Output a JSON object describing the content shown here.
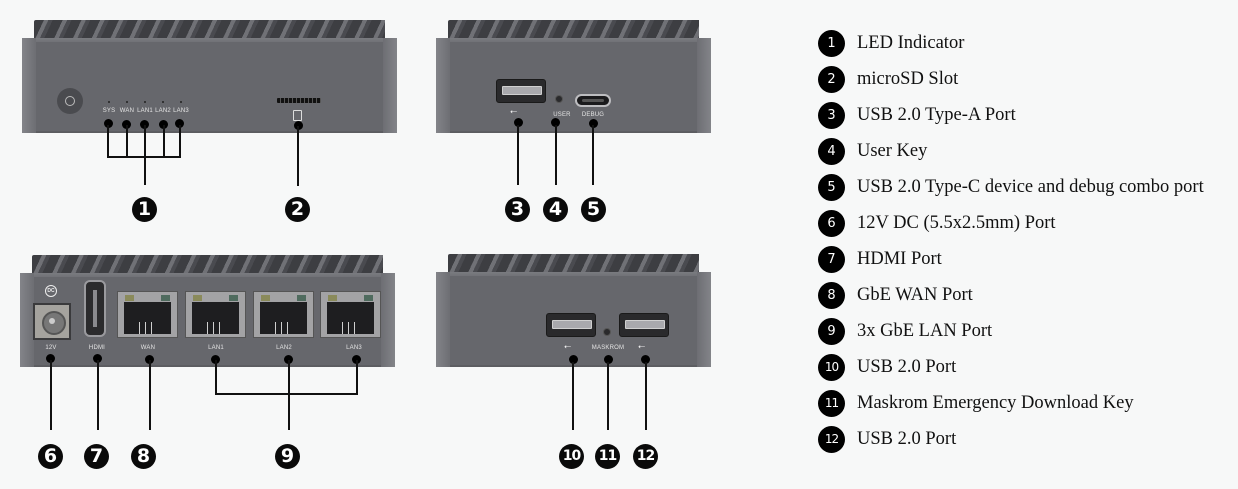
{
  "colors": {
    "background": "#f7f8f8",
    "device_body": "#66676c",
    "callout": "#000000",
    "text": "#111111"
  },
  "front_view": {
    "led_labels": [
      "SYS",
      "WAN",
      "LAN1",
      "LAN2",
      "LAN3"
    ],
    "callouts": [
      "1",
      "2"
    ]
  },
  "side_view_a": {
    "labels": [
      "USER",
      "DEBUG"
    ],
    "usb_symbol": "⭠",
    "callouts": [
      "3",
      "4",
      "5"
    ]
  },
  "rear_view": {
    "dc_symbol": "DC",
    "labels": [
      "12V",
      "HDMI",
      "WAN",
      "LAN1",
      "LAN2",
      "LAN3"
    ],
    "callouts": [
      "6",
      "7",
      "8",
      "9"
    ]
  },
  "side_view_b": {
    "labels": [
      "MASKROM"
    ],
    "usb_symbol": "⭠",
    "callouts": [
      "10",
      "11",
      "12"
    ]
  },
  "legend": [
    {
      "num": "1",
      "text": "LED Indicator"
    },
    {
      "num": "2",
      "text": "microSD Slot"
    },
    {
      "num": "3",
      "text": "USB 2.0 Type-A Port"
    },
    {
      "num": "4",
      "text": "User Key"
    },
    {
      "num": "5",
      "text": "USB 2.0 Type-C device and debug combo port"
    },
    {
      "num": "6",
      "text": "12V DC (5.5x2.5mm) Port"
    },
    {
      "num": "7",
      "text": "HDMI Port"
    },
    {
      "num": "8",
      "text": "GbE WAN Port"
    },
    {
      "num": "9",
      "text": "3x GbE LAN Port"
    },
    {
      "num": "10",
      "text": "USB 2.0 Port"
    },
    {
      "num": "11",
      "text": "Maskrom Emergency Download Key"
    },
    {
      "num": "12",
      "text": "USB 2.0 Port"
    }
  ]
}
